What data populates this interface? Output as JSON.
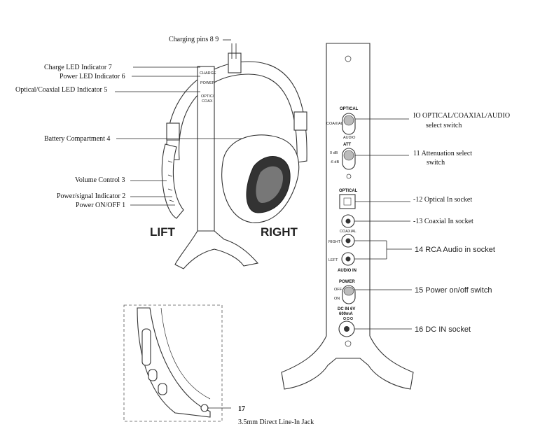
{
  "headphone_labels": {
    "charging_pins": "Charging pins 8 9",
    "charge_led": "Charge LED Indicator 7",
    "power_led": "Power LED Indicator 6",
    "optical_led": "Optical/Coaxial LED Indicator 5",
    "battery": "Battery Compartment 4",
    "volume": "Volume Control 3",
    "power_signal": "Power/signal Indicator 2",
    "power_onoff": "Power ON/OFF 1"
  },
  "side_labels": {
    "left": "LIFT",
    "right": "RIGHT"
  },
  "stand_labels": {
    "item10_line1": "IO OPTICAL/COAXIAL/AUDIO",
    "item10_line2": "select switch",
    "item11_line1": "11 Attenuation select",
    "item11_line2": "switch",
    "item12": "-12 Optical In socket",
    "item13": "-13 Coaxial In socket",
    "item14": "14 RCA Audio in socket",
    "item15": "15 Power on/off switch",
    "item16": "16 DC IN socket"
  },
  "inset_labels": {
    "number": "17",
    "text": "3.5mm Direct Line-In Jack"
  },
  "stand_panel": {
    "optical_hdr": "OPTICAL",
    "coaxial_small": "COAXIAL",
    "audio_small": "AUDIO",
    "att_hdr": "ATT",
    "att_0db": "0 dB",
    "att_6db": "-6 dB",
    "optical_socket": "OPTICAL",
    "coaxial_socket": "COAXIAL",
    "right_small": "RIGHT",
    "left_small": "LEFT",
    "audio_in": "AUDIO IN",
    "power_hdr": "POWER",
    "off_small": "OFF",
    "on_small": "ON",
    "dcin": "DC IN 6V",
    "ma": "600mA"
  },
  "headset_small": {
    "charge": "CHARGE",
    "power": "POWER",
    "optic": "OPTIC/",
    "coax": "COAX"
  }
}
